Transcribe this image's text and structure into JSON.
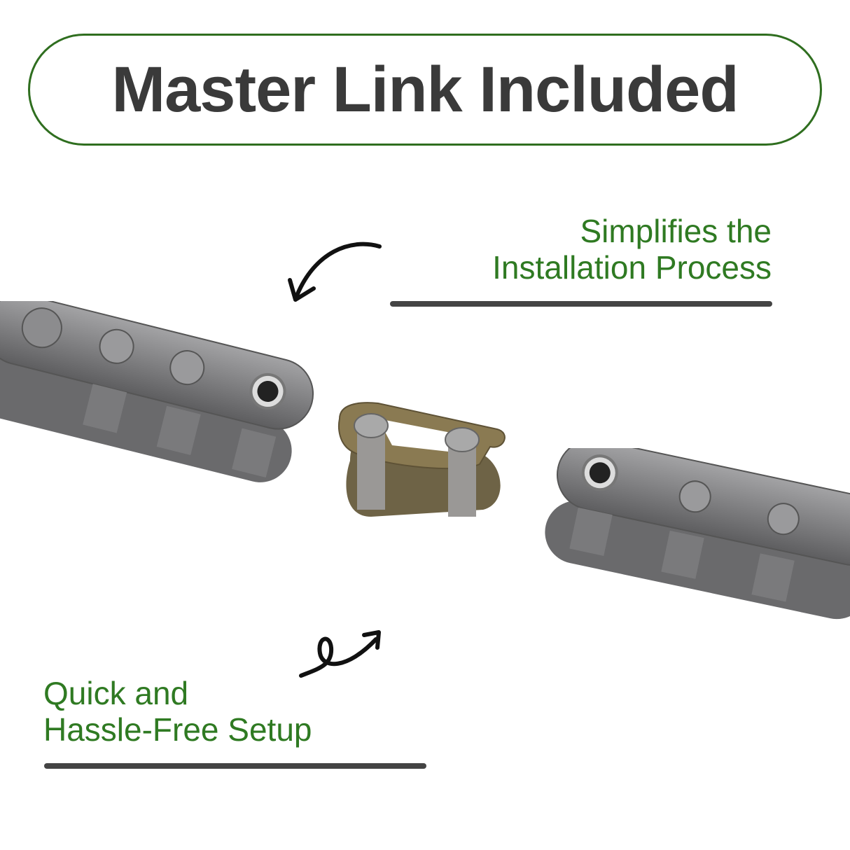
{
  "header": {
    "title": "Master Link Included"
  },
  "callouts": {
    "top_right": {
      "line1": "Simplifies the",
      "line2": "Installation Process"
    },
    "bottom_left": {
      "line1": "Quick and",
      "line2": "Hassle-Free Setup"
    }
  },
  "colors": {
    "accent_green": "#2f7a22",
    "pill_border": "#2f6e1f",
    "title_text": "#3a3a3a",
    "rule": "#444444",
    "chain_steel": "#7d7d7f",
    "master_link_bronze": "#8a7a52"
  },
  "images": [
    {
      "name": "left-chain-segment",
      "description": "steel roller chain segment"
    },
    {
      "name": "master-link",
      "description": "bronze master connecting link"
    },
    {
      "name": "right-chain-segment",
      "description": "steel roller chain segment"
    }
  ]
}
